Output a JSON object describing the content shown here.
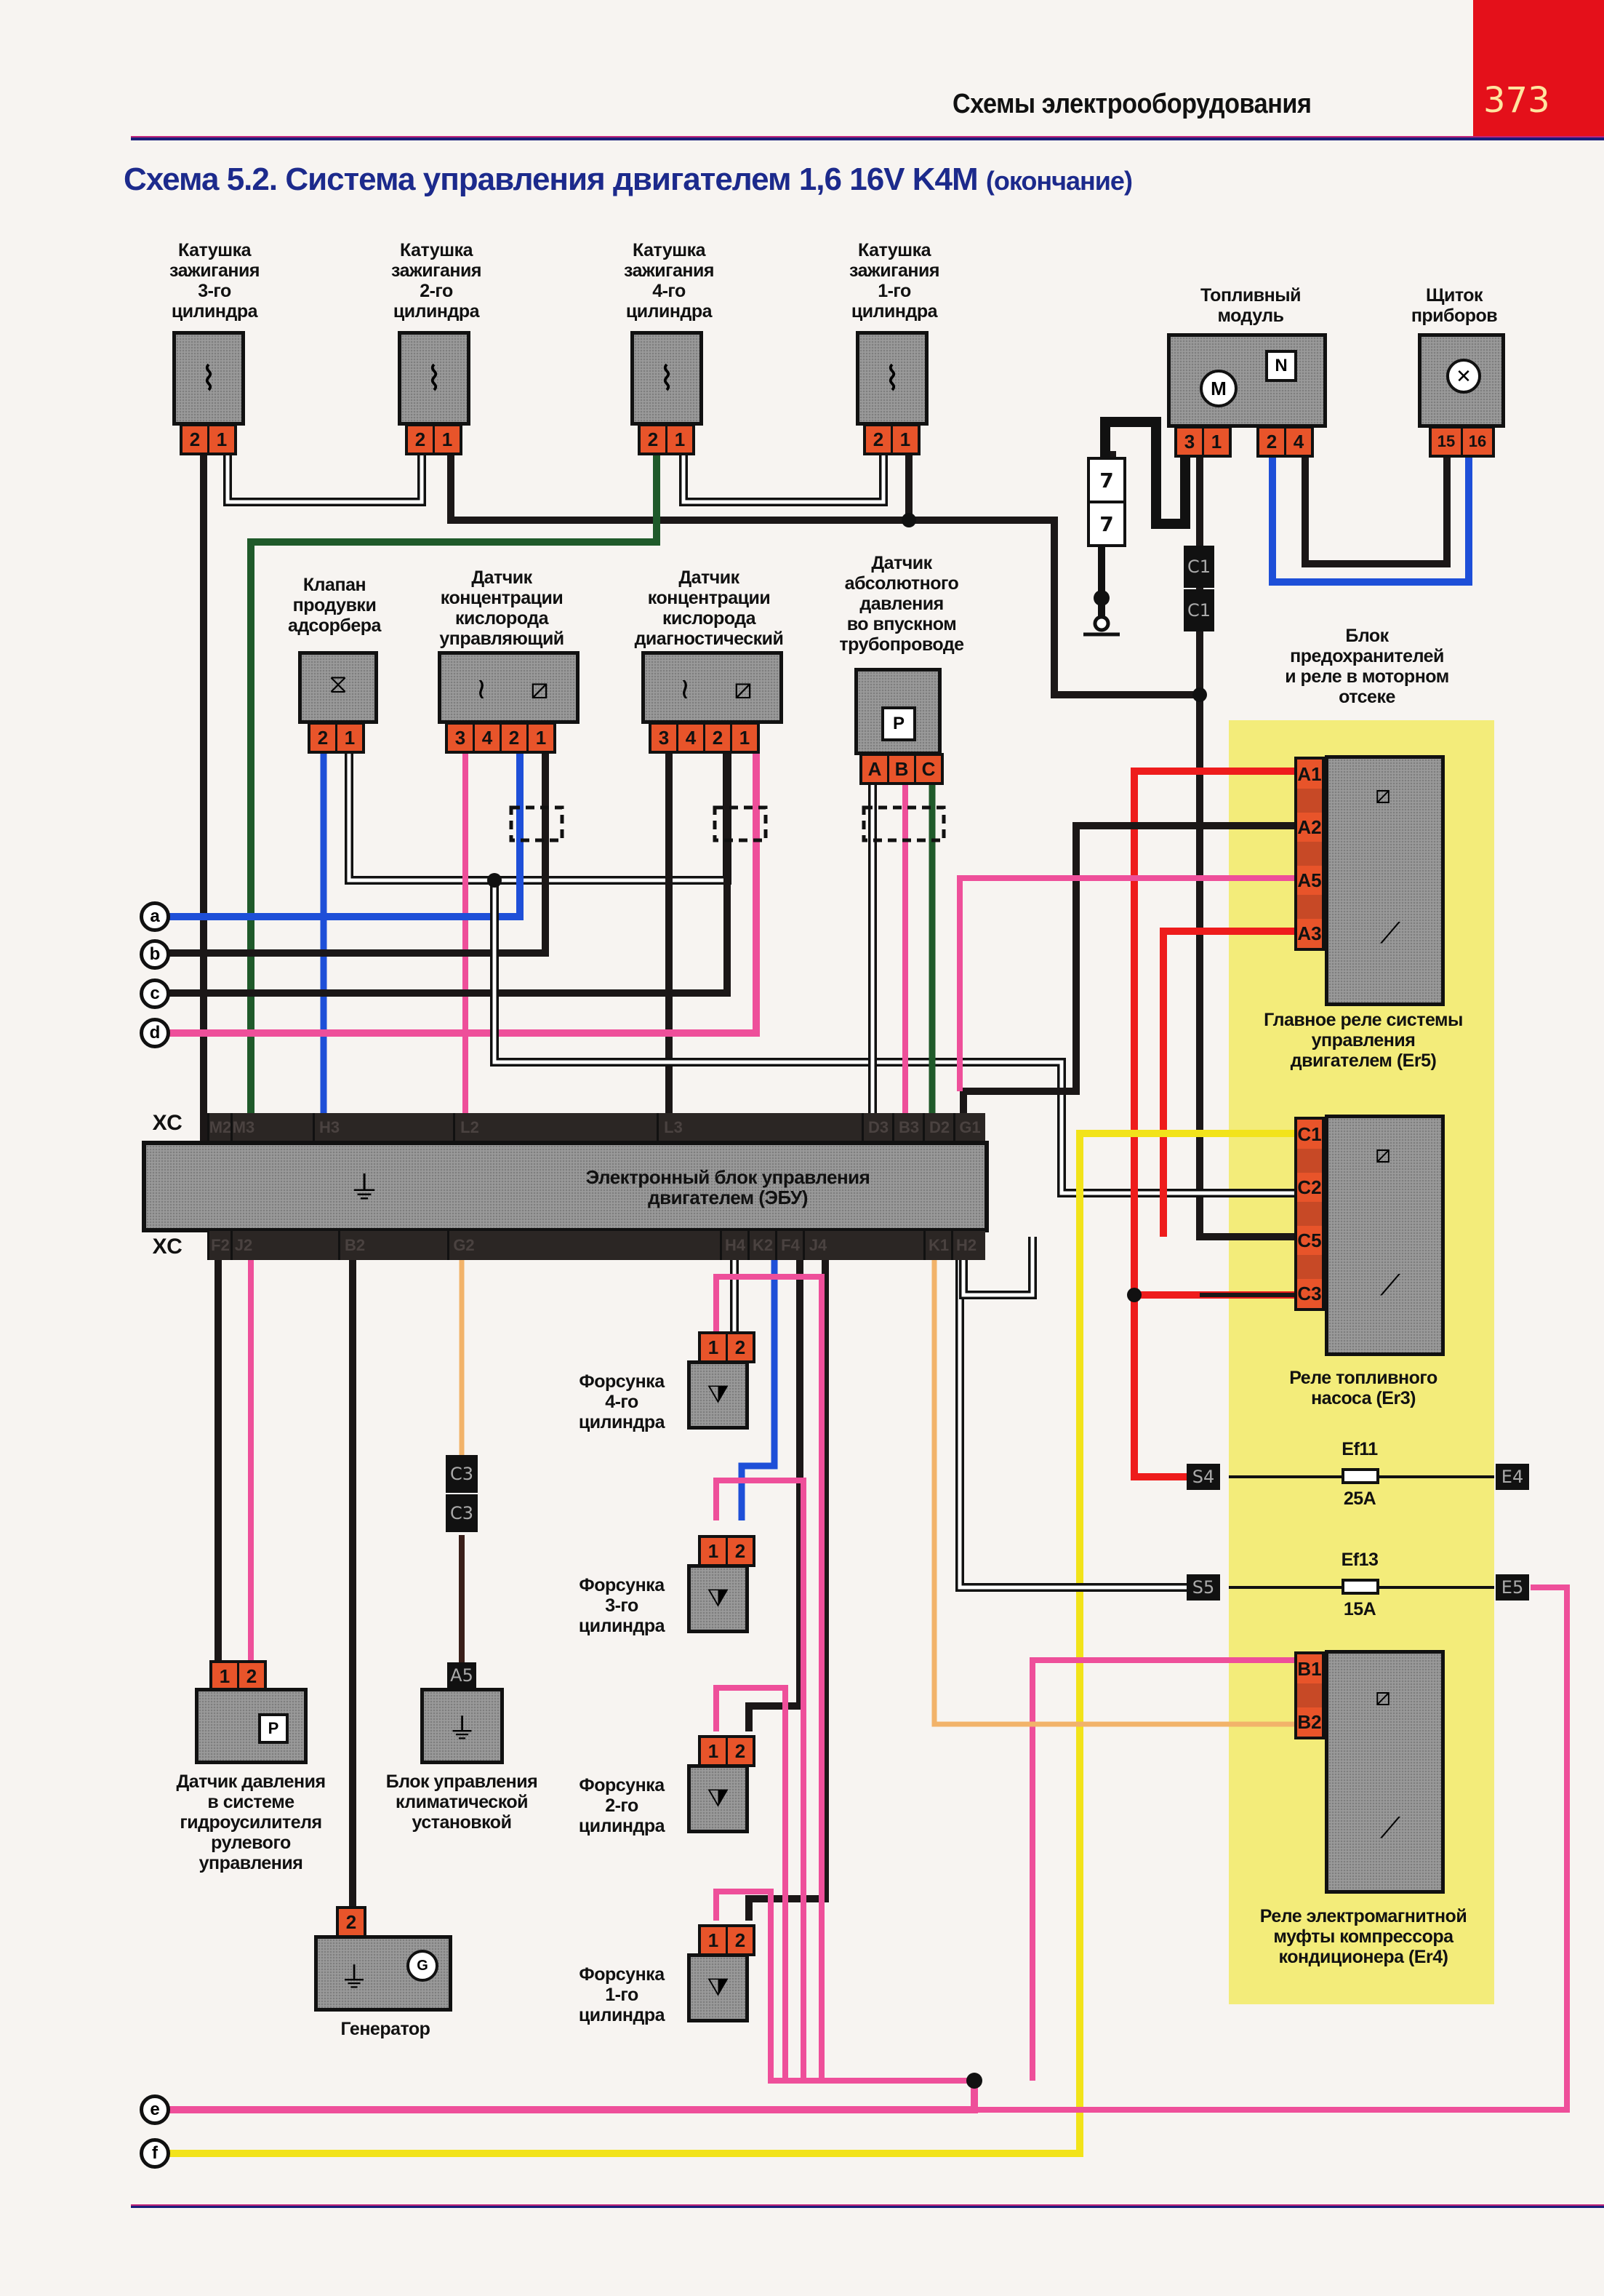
{
  "header": {
    "section_title": "Схемы электрооборудования",
    "page_number": "373"
  },
  "scheme_title": {
    "main": "Схема 5.2. Система управления двигателем 1,6 16V K4M",
    "suffix": "(окончание)"
  },
  "components": {
    "coil_cyl3": {
      "label": "Катушка\nзажигания\n3-го\nцилиндра",
      "pins": [
        "2",
        "1"
      ]
    },
    "coil_cyl2": {
      "label": "Катушка\nзажигания\n2-го\nцилиндра",
      "pins": [
        "2",
        "1"
      ]
    },
    "coil_cyl4": {
      "label": "Катушка\nзажигания\n4-го\nцилиндра",
      "pins": [
        "2",
        "1"
      ]
    },
    "coil_cyl1": {
      "label": "Катушка\nзажигания\n1-го\nцилиндра",
      "pins": [
        "2",
        "1"
      ]
    },
    "fuel_module": {
      "label": "Топливный\nмодуль",
      "pins_left": [
        "3",
        "1"
      ],
      "pins_right": [
        "2",
        "4"
      ],
      "motor_symbol": "M",
      "sensor_symbol": "N"
    },
    "instrument_cluster": {
      "label": "Щиток\nприборов",
      "pins": [
        "15",
        "16"
      ]
    },
    "inline_connector_7": {
      "labels": [
        "7",
        "7"
      ]
    },
    "purge_valve": {
      "label": "Клапан\nпродувки\nадсорбера",
      "pins": [
        "2",
        "1"
      ]
    },
    "o2_sensor_control": {
      "label": "Датчик\nконцентрации\nкислорода\nуправляющий",
      "pins": [
        "3",
        "4",
        "2",
        "1"
      ]
    },
    "o2_sensor_diag": {
      "label": "Датчик\nконцентрации\nкислорода\nдиагностический",
      "pins": [
        "3",
        "4",
        "2",
        "1"
      ]
    },
    "map_sensor": {
      "label": "Датчик\nабсолютного\nдавления\nво впускном\nтрубопроводе",
      "pins": [
        "A",
        "B",
        "C"
      ],
      "symbol": "P"
    },
    "fuse_relay_box": {
      "label": "Блок\nпредохранителей\nи реле в моторном\nотсеке"
    },
    "main_relay": {
      "label": "Главное реле системы\nуправления\nдвигателем (Er5)",
      "pins": [
        "A1",
        "A2",
        "A5",
        "A3"
      ]
    },
    "fuel_pump_relay": {
      "label": "Реле топливного\nнасоса (Er3)",
      "pins": [
        "C1",
        "C2",
        "C5",
        "C3"
      ]
    },
    "fuse_ef11": {
      "name": "Ef11",
      "rating": "25A",
      "left_terminal": "S4",
      "right_terminal": "E4"
    },
    "fuse_ef13": {
      "name": "Ef13",
      "rating": "15A",
      "left_terminal": "S5",
      "right_terminal": "E5"
    },
    "ac_clutch_relay": {
      "label": "Реле электромагнитной\nмуфты компрессора\nкондиционера (Er4)",
      "pins": [
        "B1",
        "B2"
      ]
    },
    "ecu": {
      "label": "Электронный блок управления\nдвигателем (ЭБУ)",
      "connector_label": "XC",
      "top_pins": [
        "M2",
        "M3",
        "H3",
        "L2",
        "L3",
        "D3",
        "B3",
        "D2",
        "G1"
      ],
      "bottom_pins": [
        "F2",
        "J2",
        "B2",
        "G2",
        "H4",
        "K2",
        "F4",
        "J4",
        "K1",
        "H2"
      ]
    },
    "injector_cyl4": {
      "label": "Форсунка\n4-го\nцилиндра",
      "pins": [
        "1",
        "2"
      ]
    },
    "injector_cyl3": {
      "label": "Форсунка\n3-го\nцилиндра",
      "pins": [
        "1",
        "2"
      ]
    },
    "injector_cyl2": {
      "label": "Форсунка\n2-го\nцилиндра",
      "pins": [
        "1",
        "2"
      ]
    },
    "injector_cyl1": {
      "label": "Форсунка\n1-го\nцилиндра",
      "pins": [
        "1",
        "2"
      ]
    },
    "ps_pressure_sensor": {
      "label": "Датчик давления\nв системе\nгидроусилителя\nрулевого\nуправления",
      "pins": [
        "1",
        "2"
      ],
      "symbol": "P"
    },
    "climate_unit": {
      "label": "Блок управления\nклиматической\nустановкой",
      "pin": "A5"
    },
    "climate_inline_connector": {
      "labels": [
        "C3",
        "C3"
      ]
    },
    "fuel_inline_connector": {
      "labels": [
        "C1",
        "C1"
      ]
    },
    "generator": {
      "label": "Генератор",
      "pin": "2",
      "symbol": "G"
    }
  },
  "off_page_connectors": [
    "a",
    "b",
    "c",
    "d",
    "e",
    "f"
  ],
  "wire_colors": {
    "black": "#1b1717",
    "blue": "#1e4fd8",
    "pink": "#ee4f9a",
    "green": "#1f5a2a",
    "red": "#ee1c1c",
    "yellow": "#f2e31a",
    "orange": "#f2b36a",
    "white": "#ffffff"
  },
  "accent_colors": {
    "pin_orange": "#e8542a",
    "fuse_box_yellow": "#f3ec7a",
    "page_tab_red": "#e4101a",
    "title_blue": "#1c2a8c"
  }
}
